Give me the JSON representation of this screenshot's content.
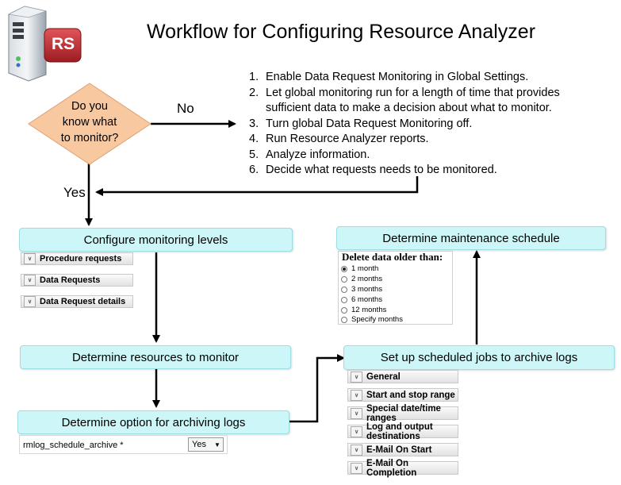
{
  "title": "Workflow for Configuring Resource Analyzer",
  "logo_text": "RS",
  "decision": {
    "line1": "Do you",
    "line2": "know what",
    "line3": "to monitor?"
  },
  "no_label": "No",
  "yes_label": "Yes",
  "steps": [
    {
      "num": "1.",
      "text": "Enable Data Request Monitoring in Global Settings."
    },
    {
      "num": "2.",
      "text": "Let global monitoring run for a length of time that provides sufficient data to make a decision about what to monitor."
    },
    {
      "num": "3.",
      "text": "Turn global Data Request Monitoring off."
    },
    {
      "num": "4.",
      "text": "Run Resource Analyzer reports."
    },
    {
      "num": "5.",
      "text": "Analyze information."
    },
    {
      "num": "6.",
      "text": "Decide what requests needs to be monitored."
    }
  ],
  "boxes": {
    "configure": "Configure monitoring levels",
    "resources": "Determine resources to monitor",
    "archiving": "Determine option for archiving logs",
    "scheduled": "Set up scheduled jobs to archive logs",
    "maintenance": "Determine maintenance schedule"
  },
  "monitoring_panel": [
    "Procedure requests",
    "Data Requests",
    "Data Request details"
  ],
  "archive_field": {
    "label": "rmlog_schedule_archive *",
    "value": "Yes"
  },
  "jobs_panel": [
    "General",
    "Start and stop range",
    "Special date/time ranges",
    "Log and output destinations",
    "E-Mail On Start",
    "E-Mail On Completion"
  ],
  "delete_panel": {
    "heading": "Delete data older than:",
    "options": [
      "1 month",
      "2 months",
      "3 months",
      "6 months",
      "12 months",
      "Specify months"
    ],
    "selected": "1 month"
  },
  "colors": {
    "box_fill": "#ccf6f8",
    "diamond_fill": "#f8c8a0",
    "arrow": "#000000"
  }
}
